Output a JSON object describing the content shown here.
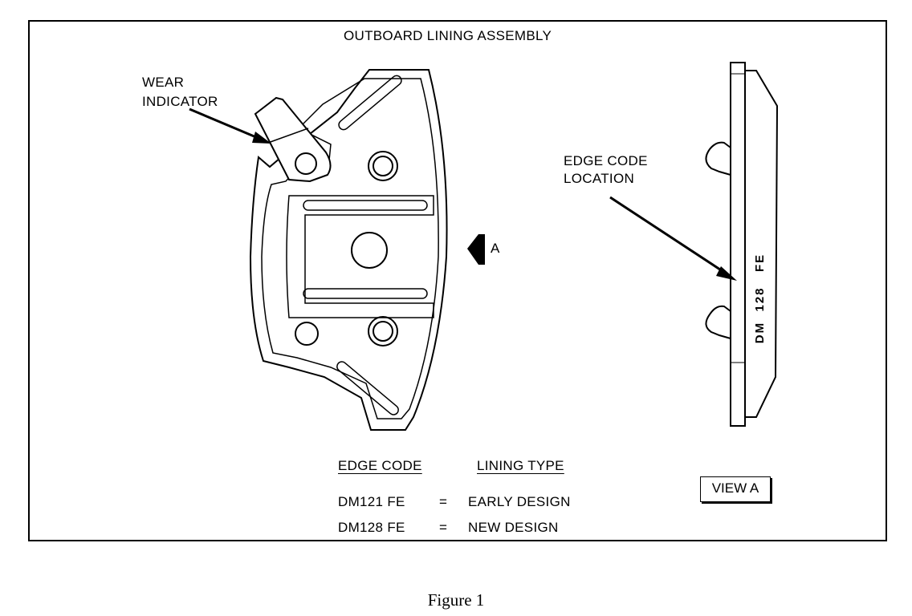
{
  "figure": {
    "title": "OUTBOARD LINING ASSEMBLY",
    "caption": "Figure 1"
  },
  "callouts": {
    "wear_indicator": [
      "WEAR",
      "INDICATOR"
    ],
    "edge_code_location": [
      "EDGE CODE",
      "LOCATION"
    ],
    "view_arrow_letter": "A",
    "view_label": "VIEW A",
    "edge_code_marking": "DM  128   FE"
  },
  "legend": {
    "headers": [
      "EDGE CODE",
      "LINING TYPE"
    ],
    "rows": [
      {
        "code": "DM121 FE",
        "sep": "=",
        "type": "EARLY DESIGN"
      },
      {
        "code": "DM128 FE",
        "sep": "=",
        "type": "NEW DESIGN"
      }
    ]
  }
}
